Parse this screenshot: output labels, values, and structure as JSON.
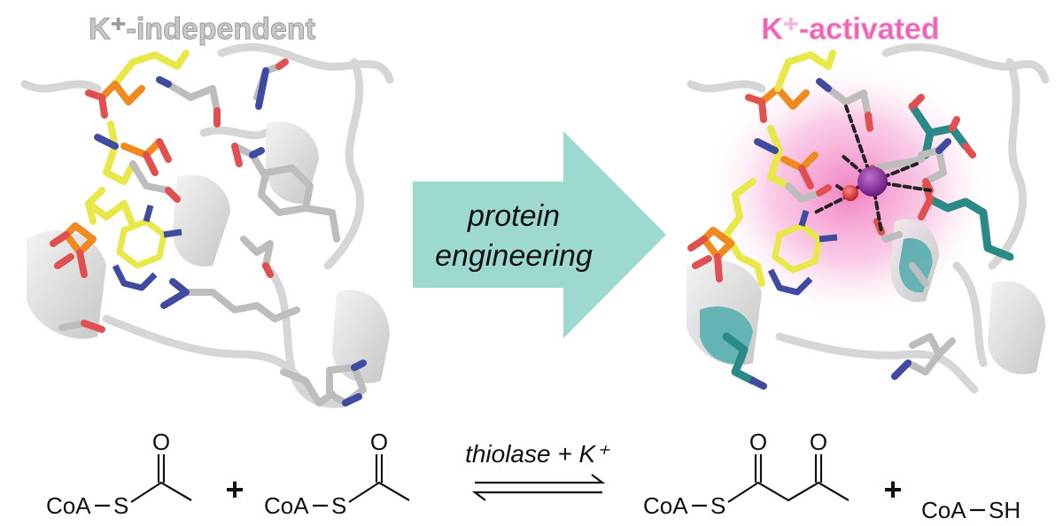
{
  "titles": {
    "left": "K⁺-independent",
    "right": "K⁺-activated"
  },
  "arrow": {
    "line1": "protein",
    "line2": "engineering"
  },
  "reaction": {
    "reactant1": {
      "left": "CoA",
      "right": "S",
      "carbonyl": "O"
    },
    "plus1": "+",
    "reactant2": {
      "left": "CoA",
      "right": "S",
      "carbonyl": "O"
    },
    "enzyme_label": "thiolase + K⁺",
    "product1": {
      "left": "CoA",
      "right": "S",
      "carbonyl1": "O",
      "carbonyl2": "O"
    },
    "plus2": "+",
    "product2": {
      "left": "CoA",
      "right": "SH"
    }
  },
  "colors": {
    "title_left": "#c8c8c8",
    "title_right": "#e25aa8",
    "arrow_fill": "#9ed9cf",
    "protein_gray": "#d9d9d9",
    "carbon_yellow": "#e8e84a",
    "oxygen_red": "#e05050",
    "nitrogen_blue": "#404aa0",
    "phosphorus_orange": "#f08a20",
    "teal_residue": "#2a8a86",
    "potassium_purple": "#8a2a9a",
    "glow_pink": "#f48acb"
  }
}
